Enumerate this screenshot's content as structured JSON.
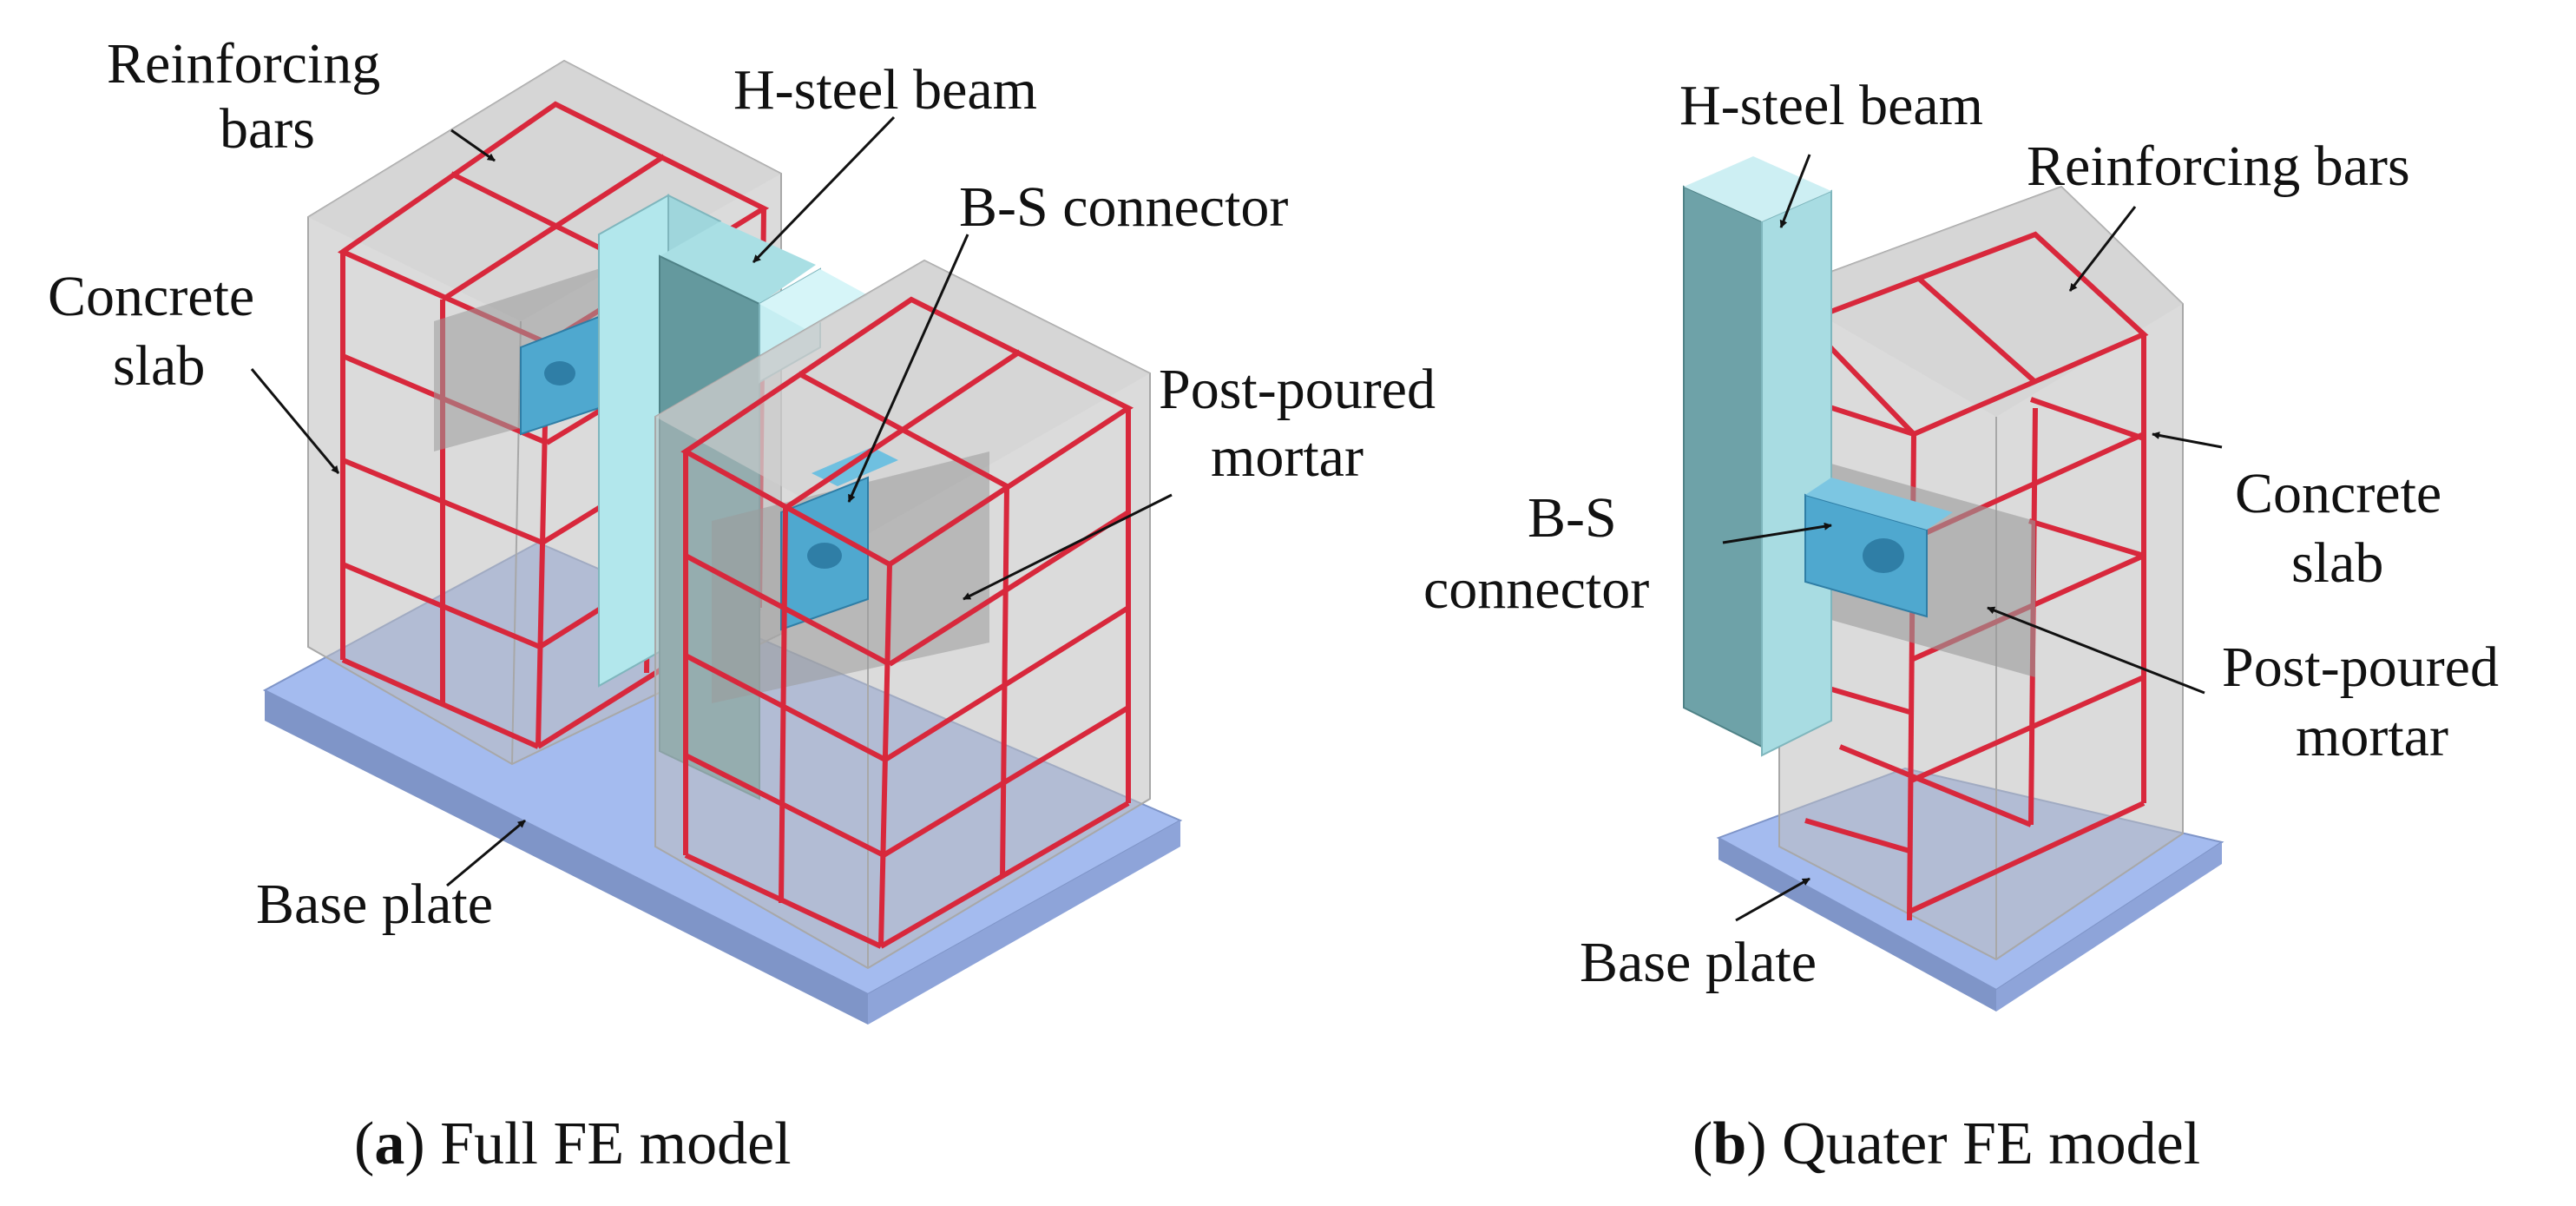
{
  "panel_a": {
    "caption_letter": "a",
    "caption_text": "Full FE model",
    "labels": {
      "reinforcing_1": "Reinforcing",
      "reinforcing_2": "bars",
      "hsteel": "H-steel beam",
      "bs": "B-S connector",
      "concrete_1": "Concrete",
      "concrete_2": "slab",
      "post_1": "Post-poured",
      "post_2": "mortar",
      "base": "Base plate"
    }
  },
  "panel_b": {
    "caption_letter": "b",
    "caption_text": "Quater FE model",
    "labels": {
      "hsteel": "H-steel beam",
      "reinforcing": "Reinforcing bars",
      "bs_1": "B-S",
      "bs_2": "connector",
      "concrete_1": "Concrete",
      "concrete_2": "slab",
      "post_1": "Post-poured",
      "post_2": "mortar",
      "base": "Base plate"
    }
  },
  "colors": {
    "rebar": "#d8283c",
    "concrete": "#bdbdbd",
    "base_plate": "#9fb6ee",
    "steel": "#b2e7ec",
    "connector": "#4fa8cf"
  }
}
